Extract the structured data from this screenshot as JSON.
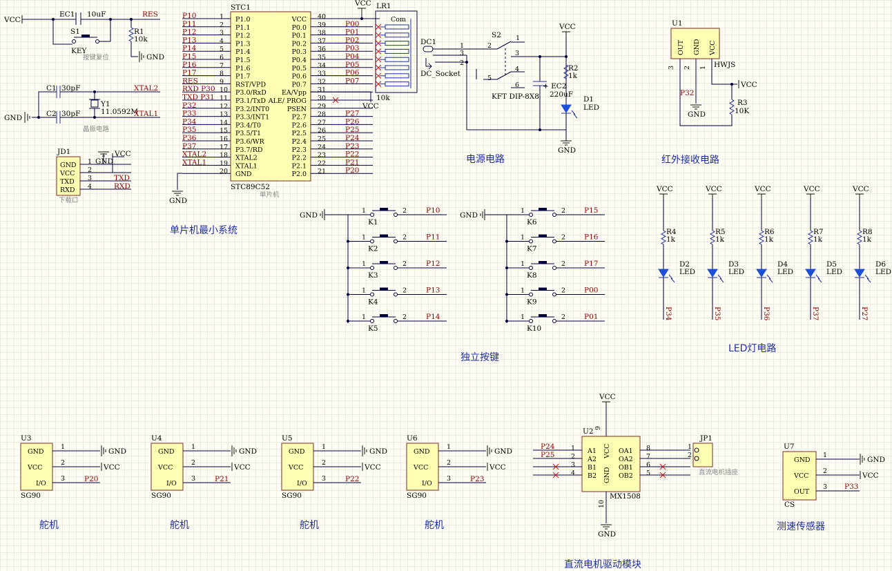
{
  "titles": {
    "mcu": "单片机最小系统",
    "power": "电源电路",
    "ir": "红外接收电路",
    "keys": "独立按键",
    "led": "LED灯电路",
    "servo": [
      "舵机",
      "舵机",
      "舵机",
      "舵机"
    ],
    "motor": "直流电机驱动模块",
    "speed": "测速传感器"
  },
  "notes": {
    "reset": "按键复位",
    "crystal": "晶振电路",
    "mcu": "单片机",
    "download": "下载口",
    "motor_socket": "直流电机插座"
  },
  "power_nets": {
    "vcc": "VCC",
    "gnd": "GND"
  },
  "reset": {
    "ec1": "EC1",
    "ec1_val": "10uF",
    "s1": "S1",
    "s1_val": "KEY",
    "r1": "R1",
    "r1_val": "10k",
    "net": "RES"
  },
  "crystal": {
    "c1": "C1",
    "c1_val": "30pF",
    "c2": "C2",
    "c2_val": "30pF",
    "y1": "Y1",
    "y1_val": "11.0592M",
    "xtal1": "XTAL1",
    "xtal2": "XTAL2"
  },
  "download": {
    "ref": "JD1",
    "pins": [
      "GND",
      "VCC",
      "TXD",
      "RXD"
    ],
    "nums": [
      "1",
      "2",
      "3",
      "4"
    ],
    "nets": [
      "TXD",
      "RXD"
    ]
  },
  "mcu": {
    "ref": "STC1",
    "part": "STC89C52",
    "left_pins": [
      "P1.0",
      "P1.1",
      "P1.2",
      "P1.3",
      "P1.4",
      "P1.5",
      "P1.6",
      "P1.7",
      "RST/VPD",
      "P3.0/RxD",
      "P3.1/TxD",
      "P3.2/INT0",
      "P3.3/INT1",
      "P3.4/T0",
      "P3.5/T1",
      "P3.6/WR",
      "P3.7/RD",
      "XTAL2",
      "XTAL1",
      "GND"
    ],
    "left_nums": [
      "1",
      "2",
      "3",
      "4",
      "5",
      "6",
      "7",
      "8",
      "9",
      "10",
      "11",
      "12",
      "13",
      "14",
      "15",
      "16",
      "17",
      "18",
      "19",
      "20"
    ],
    "left_nets": [
      "P10",
      "P11",
      "P12",
      "P13",
      "P14",
      "P15",
      "P16",
      "P17",
      "RES",
      "RXD P30",
      "TXD P31",
      "P32",
      "P33",
      "P34",
      "P35",
      "P36",
      "P37",
      "XTAL2",
      "XTAL1",
      ""
    ],
    "right_pins": [
      "VCC",
      "P0.0",
      "P0.1",
      "P0.2",
      "P0.3",
      "P0.4",
      "P0.5",
      "P0.6",
      "P0.7",
      "EA/Vpp",
      "ALE/ PROG",
      "PSEN",
      "P2.7",
      "P2.6",
      "P2.5",
      "P2.4",
      "P2.3",
      "P2.2",
      "P2.1",
      "P2.0"
    ],
    "right_nums": [
      "40",
      "39",
      "38",
      "37",
      "36",
      "35",
      "34",
      "33",
      "32",
      "31",
      "30",
      "29",
      "28",
      "27",
      "26",
      "25",
      "24",
      "23",
      "22",
      "21"
    ],
    "right_nets": [
      "",
      "P00",
      "P01",
      "P02",
      "P03",
      "P04",
      "P05",
      "P06",
      "P07",
      "",
      "",
      "",
      "P27",
      "P26",
      "P25",
      "P24",
      "P23",
      "P22",
      "P21",
      "P20"
    ]
  },
  "resnet": {
    "ref": "LR1",
    "com": "Com",
    "val": "10k"
  },
  "power": {
    "dc": "DC1",
    "dc_part": "DC_Socket",
    "dc_pins": [
      "1",
      "3",
      "2"
    ],
    "sw": "S2",
    "sw_part": "KFT DIP-8X8",
    "sw_pins": [
      "1",
      "2",
      "3",
      "4",
      "5",
      "6"
    ],
    "ec2": "EC2",
    "ec2_val": "220uF",
    "r2": "R2",
    "r2_val": "1k",
    "d1": "D1",
    "d1_val": "LED"
  },
  "ir": {
    "ref": "U1",
    "part": "HWJS",
    "pins": [
      "OUT",
      "GND",
      "VCC"
    ],
    "nums": [
      "3",
      "2",
      "1"
    ],
    "net": "P32",
    "r3": "R3",
    "r3_val": "10K"
  },
  "leds": [
    {
      "r": "R4",
      "rv": "1k",
      "d": "D2",
      "dv": "LED",
      "net": "P34"
    },
    {
      "r": "R5",
      "rv": "1k",
      "d": "D3",
      "dv": "LED",
      "net": "P35"
    },
    {
      "r": "R6",
      "rv": "1k",
      "d": "D4",
      "dv": "LED",
      "net": "P36"
    },
    {
      "r": "R7",
      "rv": "1k",
      "d": "D5",
      "dv": "LED",
      "net": "P37"
    },
    {
      "r": "R8",
      "rv": "1k",
      "d": "D6",
      "dv": "LED",
      "net": "P27"
    }
  ],
  "keys_left": [
    {
      "ref": "K1",
      "net": "P10"
    },
    {
      "ref": "K2",
      "net": "P11"
    },
    {
      "ref": "K3",
      "net": "P12"
    },
    {
      "ref": "K4",
      "net": "P13"
    },
    {
      "ref": "K5",
      "net": "P14"
    }
  ],
  "keys_right": [
    {
      "ref": "K6",
      "net": "P15"
    },
    {
      "ref": "K7",
      "net": "P16"
    },
    {
      "ref": "K8",
      "net": "P17"
    },
    {
      "ref": "K9",
      "net": "P00"
    },
    {
      "ref": "K10",
      "net": "P01"
    }
  ],
  "key_pins": [
    "1",
    "2"
  ],
  "servos": [
    {
      "ref": "U3",
      "part": "SG90",
      "net": "P20"
    },
    {
      "ref": "U4",
      "part": "SG90",
      "net": "P21"
    },
    {
      "ref": "U5",
      "part": "SG90",
      "net": "P22"
    },
    {
      "ref": "U6",
      "part": "SG90",
      "net": "P23"
    }
  ],
  "servo_pins": [
    "GND",
    "VCC",
    "I/O"
  ],
  "servo_nums": [
    "1",
    "2",
    "3"
  ],
  "driver": {
    "ref": "U2",
    "part": "MX1508",
    "left": [
      "A1",
      "A2",
      "B1",
      "B2"
    ],
    "left_nums": [
      "1",
      "2",
      "3",
      "4"
    ],
    "right": [
      "OA1",
      "OA2",
      "OB1",
      "OB2"
    ],
    "right_nums": [
      "8",
      "7",
      "6",
      "5"
    ],
    "vcc_num": "9",
    "gnd_num": "10",
    "nets": [
      "P24",
      "P25"
    ],
    "jp": "JP1",
    "jp_nums": [
      "1",
      "2"
    ]
  },
  "sensor": {
    "ref": "U7",
    "part": "CS",
    "pins": [
      "GND",
      "VCC",
      "OUT"
    ],
    "nums": [
      "1",
      "2",
      "3"
    ],
    "net": "P33"
  }
}
